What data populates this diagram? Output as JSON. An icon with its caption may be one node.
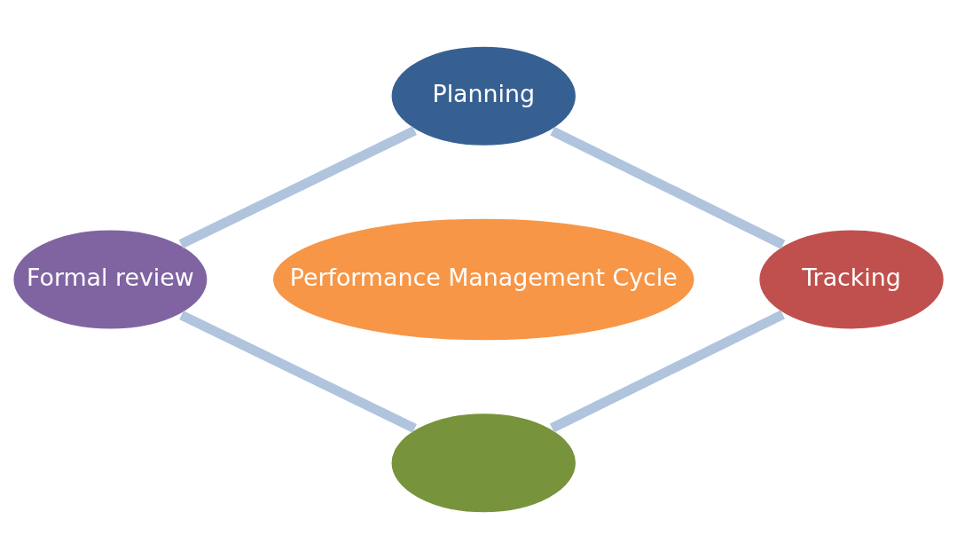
{
  "diagram": {
    "nodes": [
      {
        "text": [
          "Planning"
        ]
      },
      {
        "text": [
          "Formal review"
        ]
      },
      {
        "text": [
          "Performance Management Cycle"
        ]
      },
      {
        "text": [
          "Tracking"
        ]
      },
      {
        "text": [],
        "shape": "ellipse"
      }
    ],
    "edges": [
      {
        "from": 0,
        "to": 3,
        "arrow": "none"
      },
      {
        "from": 3,
        "to": 4,
        "arrow": "none"
      },
      {
        "from": 4,
        "to": 1,
        "arrow": "none"
      },
      {
        "from": 1,
        "to": 0,
        "arrow": "none"
      }
    ]
  }
}
